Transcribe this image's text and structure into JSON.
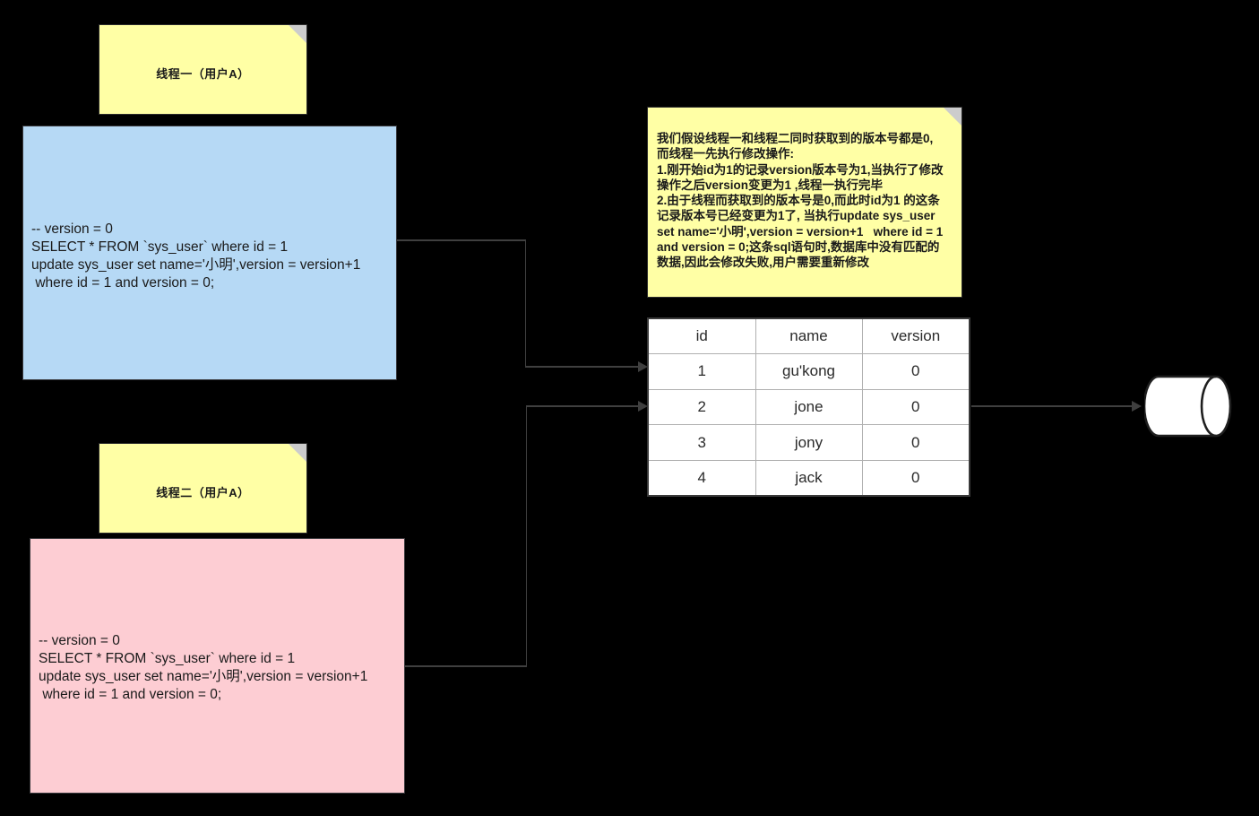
{
  "diagram": {
    "title": "MySQL optimistic locking version conflict flow",
    "colors": {
      "note_yellow": "#ffffa5",
      "fold_gray": "#cccccc",
      "blue_box": "#b6d9f5",
      "pink_box": "#fdcdd3",
      "line": "#3f3f3f",
      "table_border": "#3a3a3a"
    }
  },
  "notes": {
    "thread_one": {
      "label": "线程一（用户A）"
    },
    "thread_two": {
      "label": "线程二（用户A）"
    },
    "explanation": {
      "text": "我们假设线程一和线程二同时获取到的版本号都是0,\n而线程一先执行修改操作:\n1.刚开始id为1的记录version版本号为1,当执行了修改\n操作之后version变更为1 ,线程一执行完毕\n2.由于线程而获取到的版本号是0,而此时id为1 的这条\n记录版本号已经变更为1了, 当执行update sys_user\nset name='小明',version = version+1   where id = 1\nand version = 0;这条sql语句时,数据库中没有匹配的\n数据,因此会修改失败,用户需要重新修改"
    }
  },
  "sql_blocks": {
    "thread_one_sql": {
      "text": "-- version = 0\nSELECT * FROM `sys_user` where id = 1\nupdate sys_user set name='小明',version = version+1\n where id = 1 and version = 0;"
    },
    "thread_two_sql": {
      "text": "-- version = 0\nSELECT * FROM `sys_user` where id = 1\nupdate sys_user set name='小明',version = version+1\n where id = 1 and version = 0;"
    }
  },
  "table": {
    "headers": [
      "id",
      "name",
      "version"
    ],
    "rows": [
      [
        "1",
        "gu'kong",
        "0"
      ],
      [
        "2",
        "jone",
        "0"
      ],
      [
        "3",
        "jony",
        "0"
      ],
      [
        "4",
        "jack",
        "0"
      ]
    ]
  },
  "database": {
    "icon": "database-cylinder-icon"
  }
}
